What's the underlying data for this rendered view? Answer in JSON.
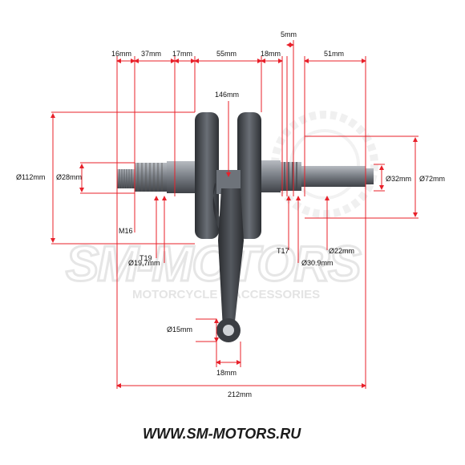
{
  "dimensions": {
    "d16": "16mm",
    "d37": "37mm",
    "d17": "17mm",
    "d55": "55mm",
    "d18top": "18mm",
    "d5": "5mm",
    "d51": "51mm",
    "d146": "146mm",
    "o112": "Ø112mm",
    "o28": "Ø28mm",
    "m16": "M16",
    "t19": "T19",
    "o197": "Ø19,7mm",
    "o32": "Ø32mm",
    "o72": "Ø72mm",
    "t17": "T17",
    "o22": "Ø22mm",
    "o309": "Ø30.9mm",
    "o15": "Ø15mm",
    "d18bottom": "18mm",
    "d212": "212mm"
  },
  "watermark": {
    "brand": "SM-MOTORS",
    "tagline": "MOTORCYCLE & ACCESSORIES"
  },
  "footer": {
    "website": "WWW.SM-MOTORS.RU"
  },
  "colors": {
    "dimension_line": "#e8202a",
    "metal_dark": "#3a3d42",
    "metal_light": "#8a8f96",
    "watermark": "#e6e6e6"
  }
}
